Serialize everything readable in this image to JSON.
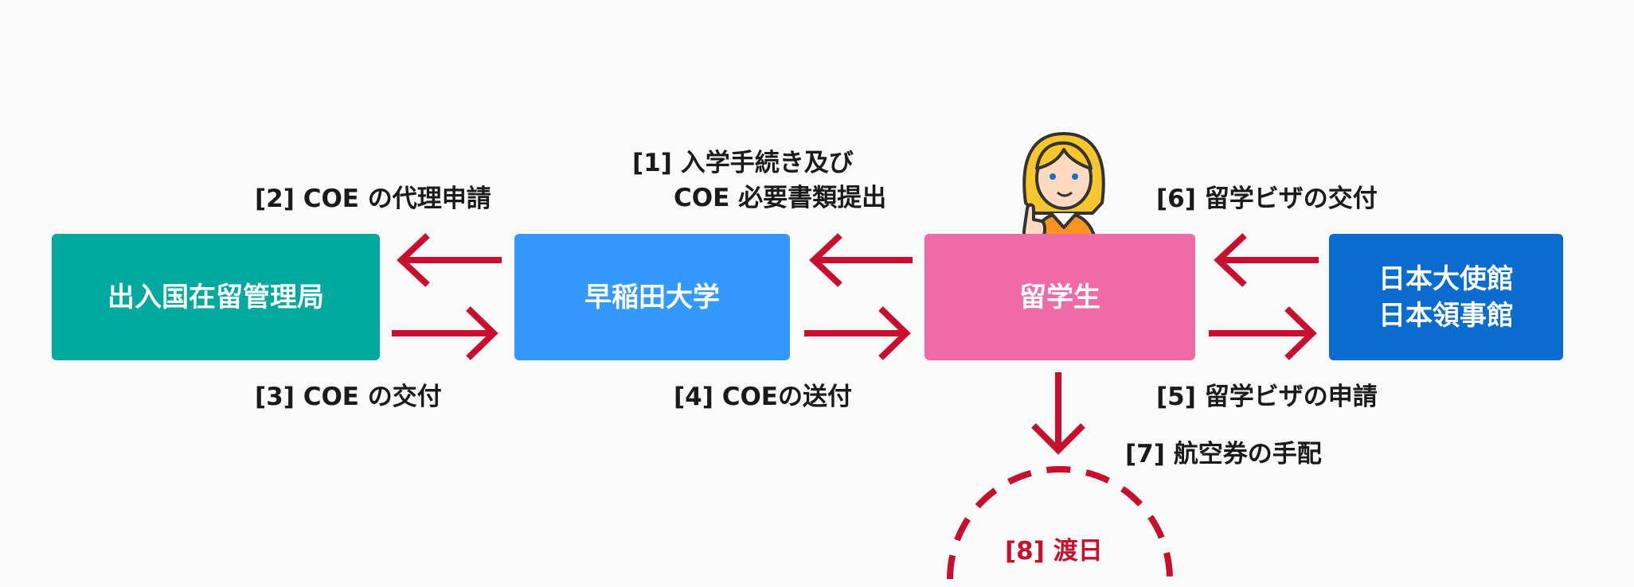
{
  "colors": {
    "immigration": "#00a99d",
    "waseda": "#3399ff",
    "student": "#f06aa6",
    "embassy": "#0b6cd0",
    "arrow": "#c8102e",
    "text": "#1a1a1a"
  },
  "nodes": {
    "immigration": {
      "label": "出入国在留管理局"
    },
    "waseda": {
      "label": "早稲田大学"
    },
    "student": {
      "label": "留学生"
    },
    "embassy": {
      "line1": "日本大使館",
      "line2": "日本領事館"
    }
  },
  "steps": {
    "s1": {
      "line1": "[1] 入学手続き及び",
      "line2": "COE 必要書類提出"
    },
    "s2": "[2] COE の代理申請",
    "s3": "[3] COE の交付",
    "s4": "[4] COEの送付",
    "s5": "[5] 留学ビザの申請",
    "s6": "[6] 留学ビザの交付",
    "s7": "[7] 航空券の手配",
    "s8": "[8] 渡日"
  },
  "icons": {
    "student": "girl-pointing-icon"
  }
}
